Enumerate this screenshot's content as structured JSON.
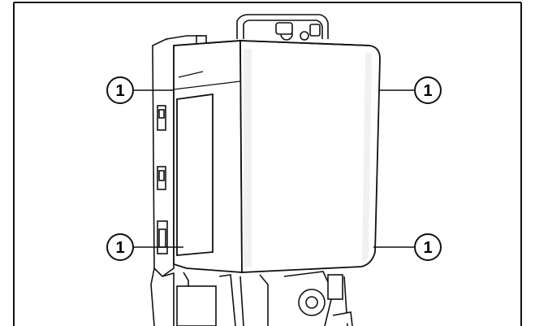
{
  "figure": {
    "description_free": true,
    "callouts": [
      {
        "id": "callout-top-left",
        "label": "1"
      },
      {
        "id": "callout-top-right",
        "label": "1"
      },
      {
        "id": "callout-bottom-left",
        "label": "1"
      },
      {
        "id": "callout-bottom-right",
        "label": "1"
      }
    ]
  },
  "colors": {
    "line": "#111111",
    "panel_fill": "#ffffff",
    "shadow": "#e8e8e8"
  }
}
